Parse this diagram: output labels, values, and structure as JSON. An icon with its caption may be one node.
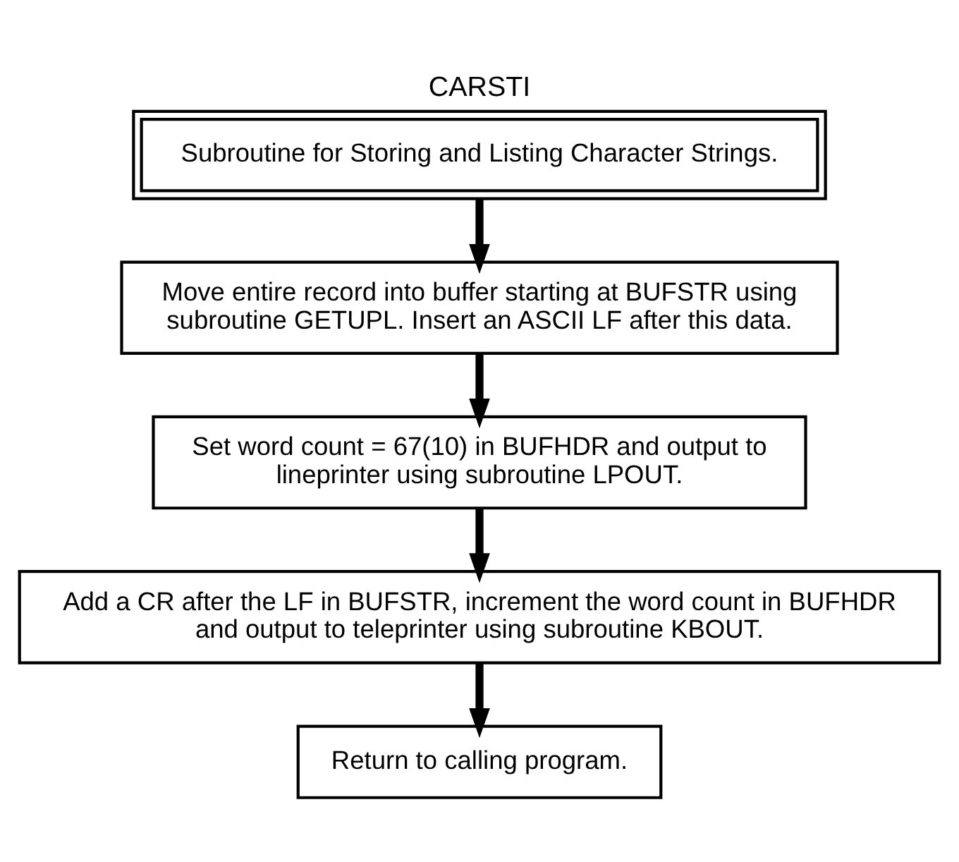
{
  "diagram": {
    "title": "CARSTI",
    "nodes": [
      {
        "text": [
          "Subroutine for Storing and Listing Character Strings."
        ]
      },
      {
        "text": [
          "Move entire record into buffer starting at BUFSTR using subroutine GETUPL. Insert an ASCII LF after this data."
        ]
      },
      {
        "text": [
          "Set word count = 67(10) in BUFHDR and output to lineprinter using subroutine LPOUT."
        ]
      },
      {
        "text": [
          "Add a CR after the LF in BUFSTR, increment the word count in BUFHDR and output to teleprinter using subroutine KBOUT."
        ]
      },
      {
        "text": [
          "Return to calling program."
        ]
      }
    ],
    "edges": [
      {
        "from": 0,
        "to": 1,
        "arrow": "to"
      },
      {
        "from": 1,
        "to": 2,
        "arrow": "to"
      },
      {
        "from": 2,
        "to": 3,
        "arrow": "to"
      },
      {
        "from": 3,
        "to": 4,
        "arrow": "to"
      }
    ]
  }
}
